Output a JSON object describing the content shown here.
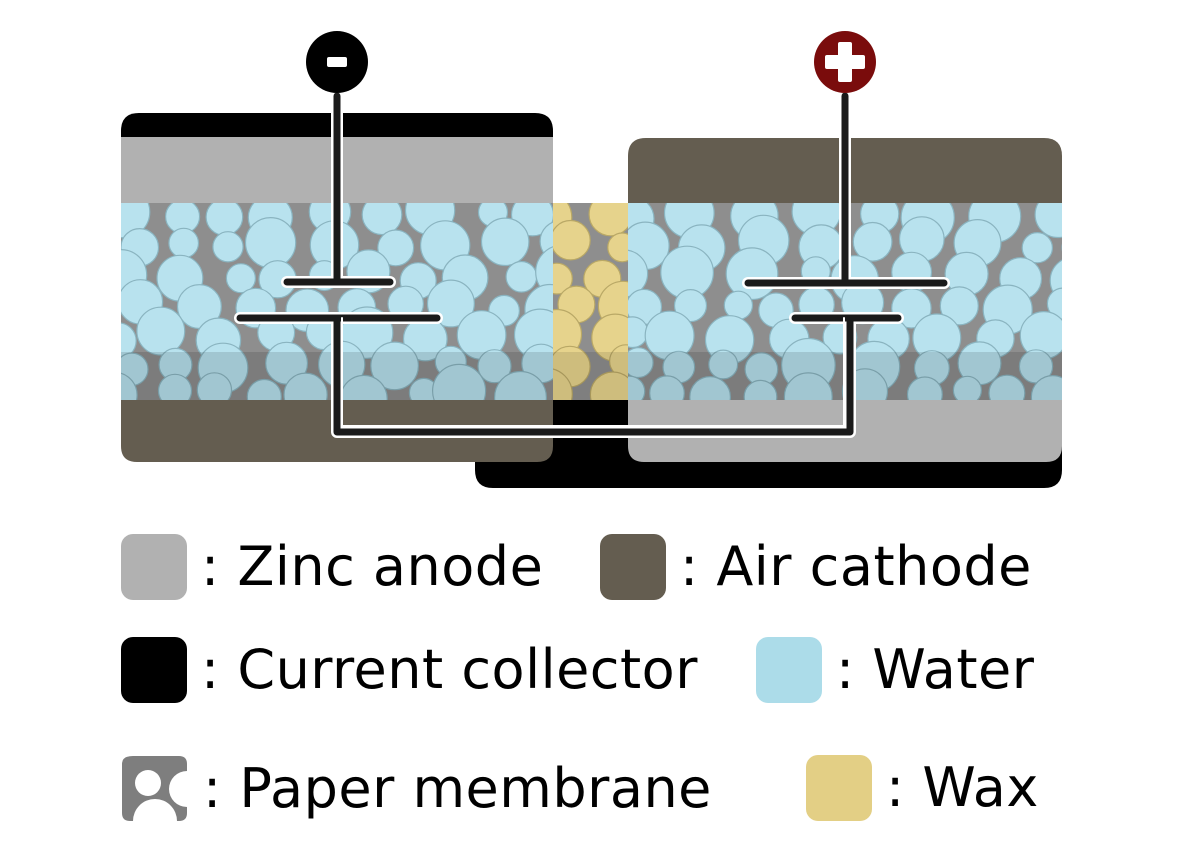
{
  "terminals": {
    "negative": {
      "symbol": "−",
      "color": "#000000"
    },
    "positive": {
      "symbol": "+",
      "color": "#7a0c0c"
    }
  },
  "colors": {
    "zinc_anode": "#b1b1b1",
    "air_cathode": "#645d50",
    "current_collector": "#000000",
    "water": "#b8e2ee",
    "paper_membrane": "#8e8e8e",
    "paper_membrane_dark": "#7a7a7a",
    "wax": "#e6d38c",
    "wire": "#1a1a1a"
  },
  "legend": [
    {
      "key": "zinc_anode",
      "label": ": Zinc anode",
      "color": "#b1b1b1",
      "icon": "swatch"
    },
    {
      "key": "air_cathode",
      "label": ": Air cathode",
      "color": "#645d50",
      "icon": "swatch"
    },
    {
      "key": "current_collector",
      "label": ": Current collector",
      "color": "#000000",
      "icon": "swatch"
    },
    {
      "key": "water",
      "label": ": Water",
      "color": "#acdce9",
      "icon": "swatch"
    },
    {
      "key": "paper_membrane",
      "label": ": Paper membrane",
      "color": "#7e7e7e",
      "icon": "membrane-shape"
    },
    {
      "key": "wax",
      "label": ": Wax",
      "color": "#e3cf85",
      "icon": "swatch"
    }
  ]
}
